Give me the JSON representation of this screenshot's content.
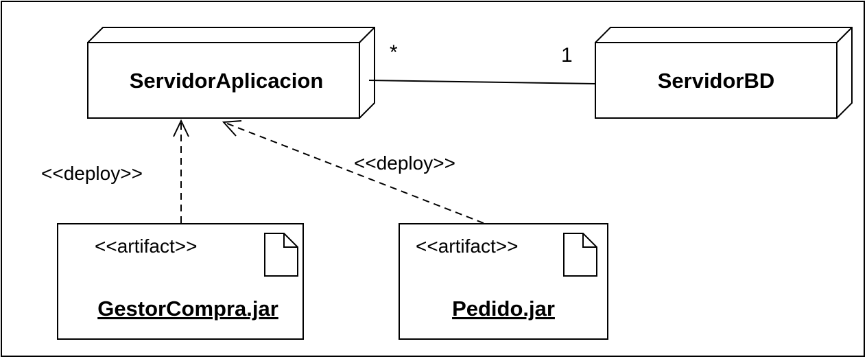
{
  "nodes": {
    "app_server": {
      "name": "ServidorAplicacion"
    },
    "db_server": {
      "name": "ServidorBD"
    }
  },
  "association": {
    "multiplicity_app": "*",
    "multiplicity_db": "1"
  },
  "artifacts": [
    {
      "stereotype": "<<artifact>>",
      "name": "GestorCompra.jar",
      "icon": "document-icon"
    },
    {
      "stereotype": "<<artifact>>",
      "name": "Pedido.jar",
      "icon": "document-icon"
    }
  ],
  "dependencies": [
    {
      "label": "<<deploy>>"
    },
    {
      "label": "<<deploy>>"
    }
  ]
}
